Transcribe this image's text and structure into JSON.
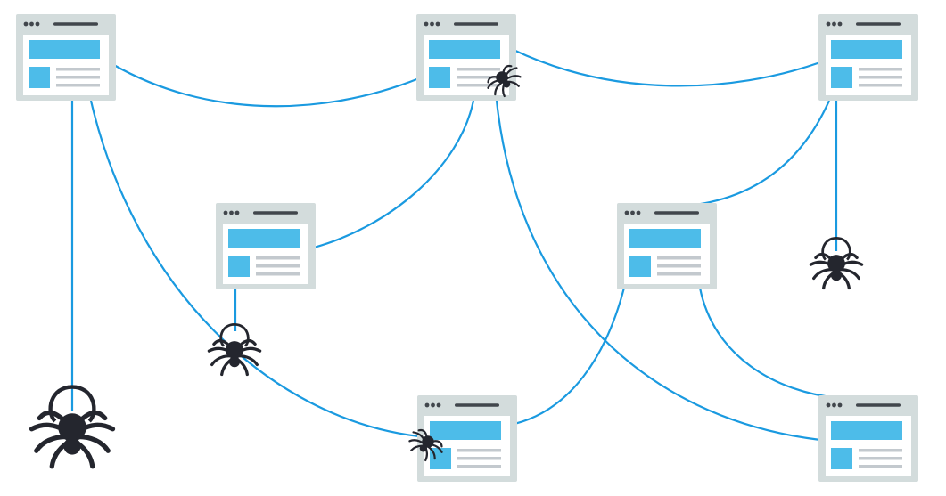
{
  "theme": {
    "background": "#ffffff",
    "link_color": "#1a9ae0",
    "page_frame": "#d3dcdc",
    "page_inner": "#ffffff",
    "header_block": "#4dbce9",
    "thumb_block": "#4dbce9",
    "text_lines": "#c3c9ce",
    "dots": "#41464c",
    "spider": "#24262e"
  },
  "diagram": {
    "nodes": [
      {
        "id": "page-1",
        "icon": "web-page-icon"
      },
      {
        "id": "page-2",
        "icon": "web-page-icon"
      },
      {
        "id": "page-3",
        "icon": "web-page-icon"
      },
      {
        "id": "page-4",
        "icon": "web-page-icon"
      },
      {
        "id": "page-5",
        "icon": "web-page-icon"
      },
      {
        "id": "page-6",
        "icon": "web-page-icon"
      },
      {
        "id": "page-7",
        "icon": "web-page-icon"
      }
    ],
    "edges": [
      [
        "page-1",
        "page-2"
      ],
      [
        "page-2",
        "page-3"
      ],
      [
        "page-1",
        "page-6"
      ],
      [
        "page-2",
        "page-4"
      ],
      [
        "page-2",
        "page-7"
      ],
      [
        "page-3",
        "page-5"
      ],
      [
        "page-5",
        "page-6"
      ],
      [
        "page-5",
        "page-7"
      ]
    ],
    "spiders": [
      {
        "id": "spider-hanging-large",
        "icon": "spider-icon",
        "hanging_from": "page-1"
      },
      {
        "id": "spider-on-page-4-thread",
        "icon": "spider-icon",
        "hanging_from": "page-4"
      },
      {
        "id": "spider-on-page-2",
        "icon": "spider-icon",
        "on": "page-2"
      },
      {
        "id": "spider-hanging-right",
        "icon": "spider-icon",
        "hanging_from": "page-3"
      },
      {
        "id": "spider-on-page-6",
        "icon": "spider-icon",
        "on": "page-6"
      }
    ]
  }
}
